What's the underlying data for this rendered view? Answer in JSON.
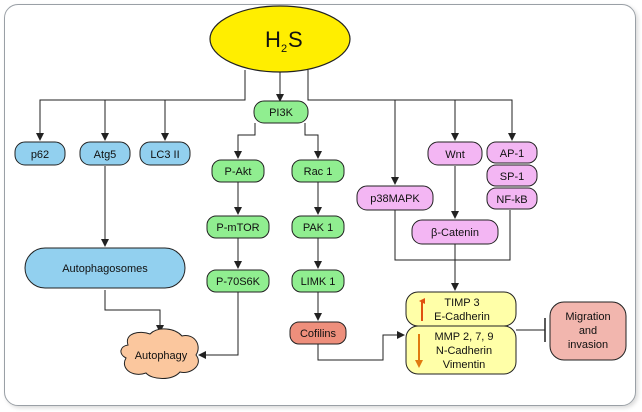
{
  "diagram": {
    "title_main": "H",
    "title_sub": "2",
    "title_tail": "S",
    "nodes": {
      "pi3k": "PI3K",
      "p62": "p62",
      "atg5": "Atg5",
      "lc3": "LC3 II",
      "autophagosomes": "Autophagosomes",
      "autophagy": "Autophagy",
      "pakt": "P-Akt",
      "pmtor": "P-mTOR",
      "p70s6k": "P-70S6K",
      "rac1": "Rac 1",
      "pak1": "PAK 1",
      "limk1": "LIMK 1",
      "cofilins": "Cofilins",
      "p38mapk": "p38MAPK",
      "wnt": "Wnt",
      "bcatenin": "β-Catenin",
      "ap1": "AP-1",
      "sp1": "SP-1",
      "nfkb": "NF-kB",
      "timp3": "TIMP 3",
      "ecadherin": "E-Cadherin",
      "mmp": "MMP 2, 7, 9",
      "ncadherin": "N-Cadherin",
      "vimentin": "Vimentin",
      "migration1": "Migration",
      "migration2": "and",
      "migration3": "invasion"
    },
    "colors": {
      "yellow": "#ffee00",
      "blue": "#92d0ef",
      "green": "#90ee90",
      "pink": "#f3b6f3",
      "salmon": "#ee8f7c",
      "pale_yellow": "#ffffa8",
      "migration": "#f2b6ae",
      "autophagy": "#fbc79e",
      "arrow_up": "#e05010",
      "arrow_down": "#e07a10"
    }
  }
}
